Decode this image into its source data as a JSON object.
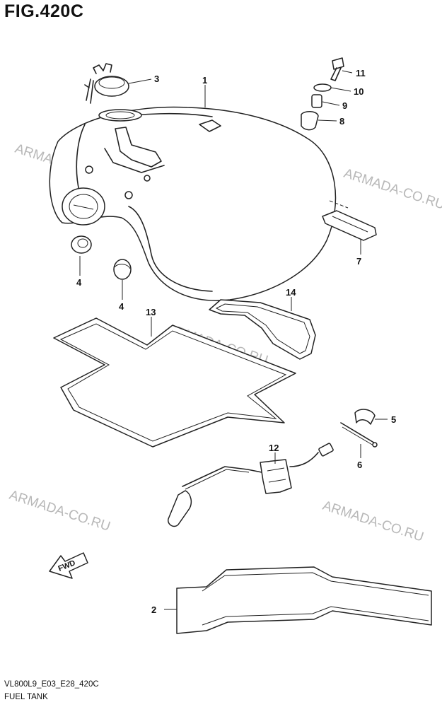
{
  "figure": {
    "title": "FIG.420C",
    "code": "VL800L9_E03_E28_420C",
    "caption": "FUEL TANK",
    "fwd_label": "FWD",
    "watermark": "ARMADA-CO.RU"
  },
  "callouts": [
    "1",
    "2",
    "3",
    "4",
    "4",
    "5",
    "6",
    "7",
    "8",
    "9",
    "10",
    "11",
    "12",
    "13",
    "14"
  ]
}
